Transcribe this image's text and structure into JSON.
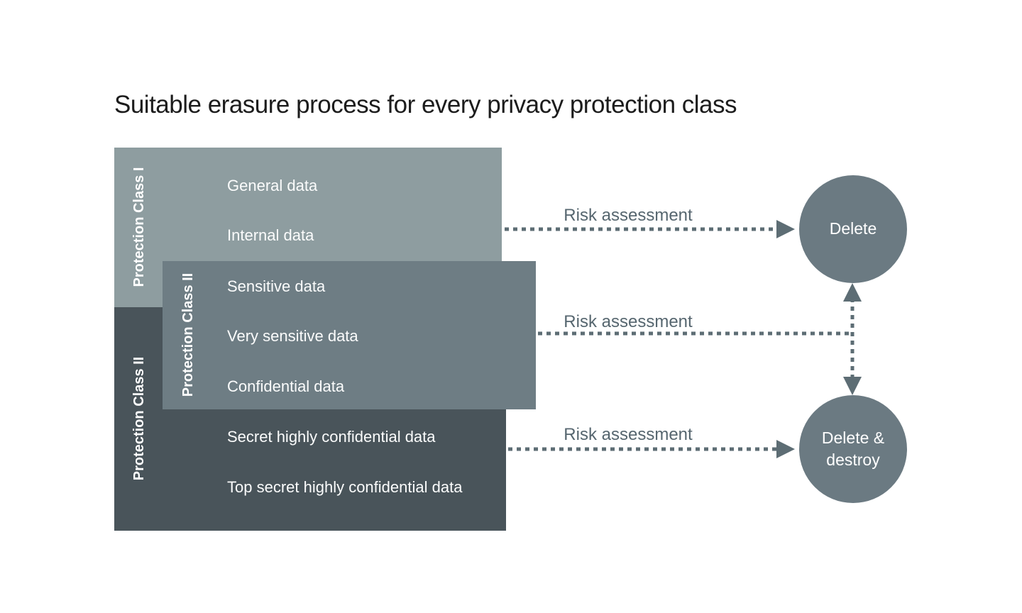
{
  "title": "Suitable erasure process for every privacy protection class",
  "colors": {
    "class1_box": "#8e9da0",
    "class2_box": "#6e7d84",
    "class3_box": "#49545a",
    "node_circle": "#6b7a82",
    "arrow": "#5d6d74",
    "risk_label": "#56666f",
    "title_text": "#1c1c1c",
    "box_text": "#ffffff",
    "background": "#ffffff"
  },
  "boxes": [
    {
      "label": "Protection Class I",
      "items": [
        "General data",
        "Internal data"
      ]
    },
    {
      "label": "Protection Class II",
      "items": [
        "Sensitive data",
        "Very sensitive data",
        "Confidential data"
      ]
    },
    {
      "label": "Protection Class II",
      "items": [
        "Secret highly confidential data",
        "Top secret highly confidential data"
      ]
    }
  ],
  "arrows": [
    {
      "label": "Risk assessment",
      "from": "Protection Class I box",
      "to": "Delete node",
      "style": "dotted-right-arrow"
    },
    {
      "label": "Risk assessment",
      "from": "Protection Class II box",
      "to": "vertical connector",
      "style": "dotted-line"
    },
    {
      "label": "Risk assessment",
      "from": "Protection Class II (dark) box",
      "to": "Delete & destroy node",
      "style": "dotted-right-arrow"
    },
    {
      "label": "",
      "from": "Delete node",
      "to": "Delete & destroy node",
      "style": "dotted-double-arrow-vertical"
    }
  ],
  "nodes": [
    {
      "label": "Delete"
    },
    {
      "label": "Delete & destroy"
    }
  ]
}
